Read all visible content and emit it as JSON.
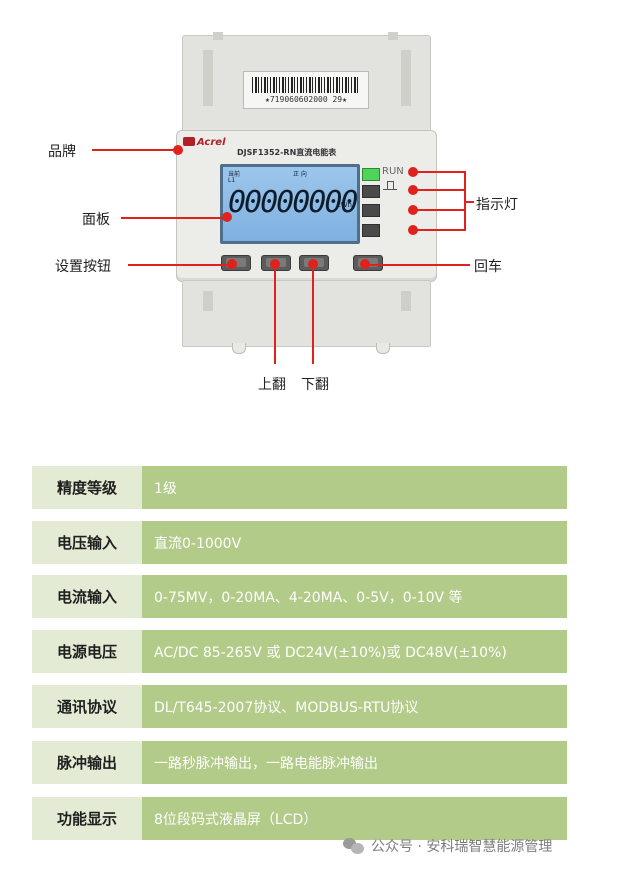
{
  "device": {
    "barcode_number": "★719060602000 29★",
    "brand": "Acrel",
    "model": "DJSF1352-RN直流电能表",
    "lcd": {
      "label_current": "当前",
      "label_forward": "正  向",
      "label_l1": "L1",
      "digits": "00000000",
      "unit": "kWh"
    },
    "run_label": "RUN"
  },
  "callouts": {
    "brand": "品牌",
    "panel": "面板",
    "set_button": "设置按钮",
    "indicator": "指示灯",
    "enter": "回车",
    "page_up": "上翻",
    "page_down": "下翻"
  },
  "specs": [
    {
      "label": "精度等级",
      "value": "1级"
    },
    {
      "label": "电压输入",
      "value": "直流0-1000V"
    },
    {
      "label": "电流输入",
      "value": "0-75MV，0-20MA、4-20MA、0-5V，0-10V 等"
    },
    {
      "label": "电源电压",
      "value": "AC/DC 85-265V 或 DC24V(±10%)或 DC48V(±10%)"
    },
    {
      "label": "通讯协议",
      "value": "DL/T645-2007协议、MODBUS-RTU协议"
    },
    {
      "label": "脉冲输出",
      "value": "一路秒脉冲输出，一路电能脉冲输出"
    },
    {
      "label": "功能显示",
      "value": "8位段码式液晶屏（LCD）"
    }
  ],
  "watermark": "公众号 · 安科瑞智慧能源管理",
  "colors": {
    "callout_red": "#e0221d",
    "label_bg": "#e4ebd4",
    "value_bg": "#b2cb89"
  }
}
